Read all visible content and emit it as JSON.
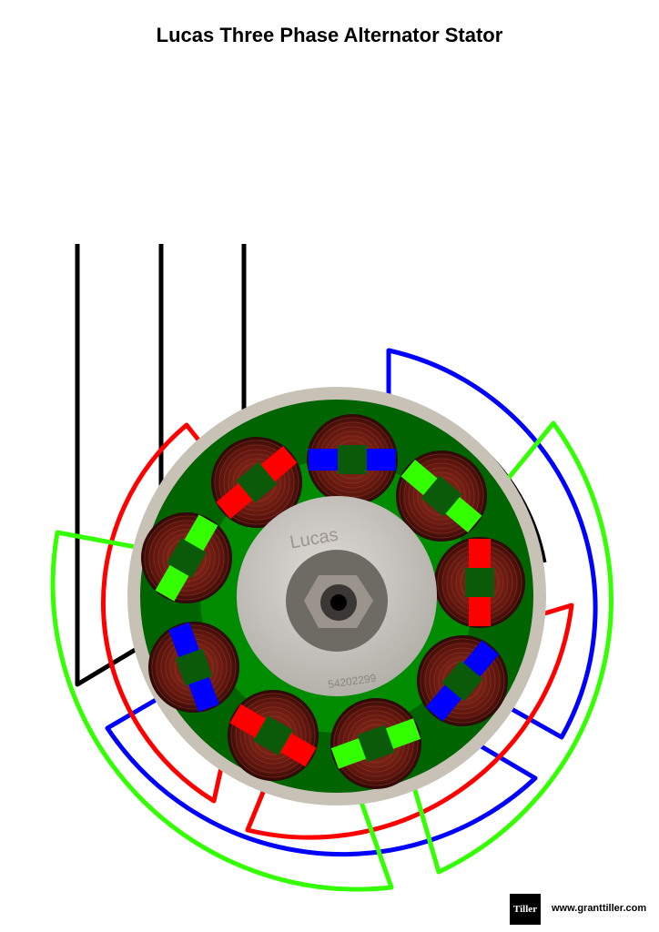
{
  "title": "Lucas Three Phase Alternator Stator",
  "hub": {
    "brand": "Lucas",
    "part_number": "54202299"
  },
  "footer": {
    "logo_text": "Tiller",
    "url": "www.granttiller.com"
  },
  "colors": {
    "phase_a": "#ff0000",
    "phase_b": "#0000ff",
    "phase_c": "#33ff00",
    "lead": "#000000",
    "core": "#008000",
    "ring": "#c8c2b6",
    "copper": "#6b1a12"
  },
  "coils": [
    {
      "phase": "phase_b"
    },
    {
      "phase": "phase_a"
    },
    {
      "phase": "phase_c"
    },
    {
      "phase": "phase_c"
    },
    {
      "phase": "phase_a"
    },
    {
      "phase": "phase_b"
    },
    {
      "phase": "phase_b"
    },
    {
      "phase": "phase_a"
    },
    {
      "phase": "phase_c"
    }
  ]
}
